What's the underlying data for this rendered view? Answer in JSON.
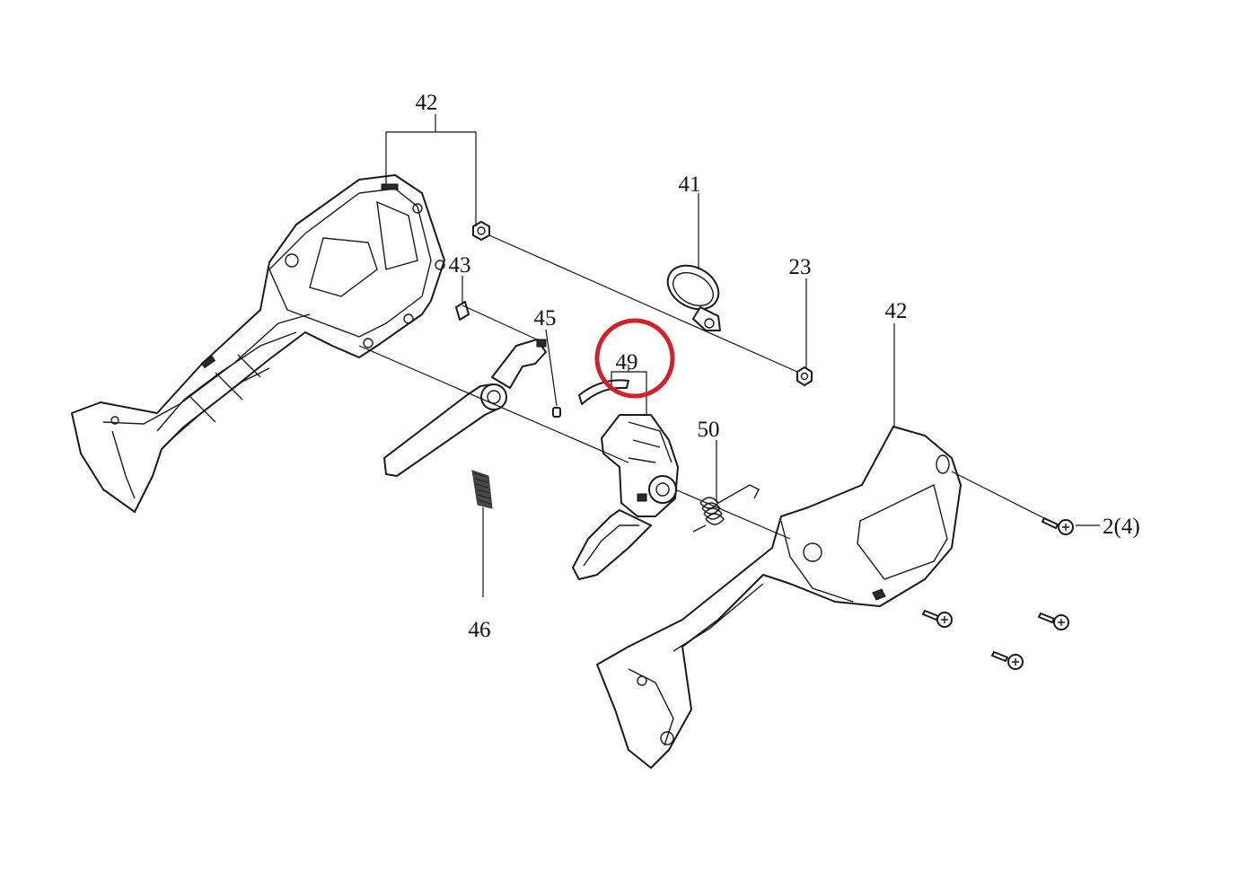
{
  "callouts": {
    "c42_top": "42",
    "c41": "41",
    "c23": "23",
    "c42_right": "42",
    "c43": "43",
    "c45": "45",
    "c49": "49",
    "c50": "50",
    "c2": "2(4)",
    "c46": "46"
  },
  "colors": {
    "highlight_circle": "#d4202a",
    "line_art": "#1a1a1a",
    "background": "#ffffff"
  }
}
